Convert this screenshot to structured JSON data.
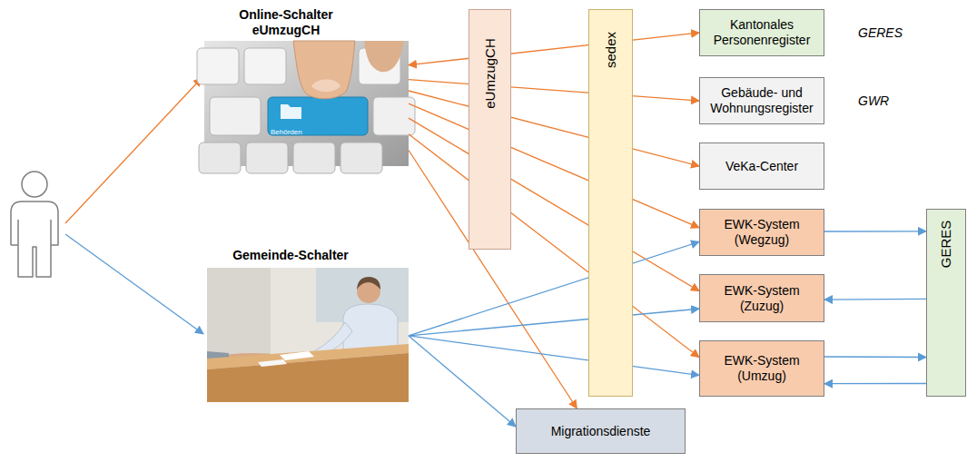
{
  "diagram": {
    "nodes": [
      {
        "text": [
          "Online-Schalter eUmzugCH"
        ]
      },
      {
        "text": [
          "Gemeinde-Schalter"
        ]
      },
      {
        "text": [
          "eUmzugCH"
        ]
      },
      {
        "text": [
          "sedex"
        ]
      },
      {
        "text": [
          "Kantonales Personenregister"
        ]
      },
      {
        "text": [
          "Gebäude- und Wohnungsregister"
        ]
      },
      {
        "text": [
          "VeKa-Center"
        ]
      },
      {
        "text": [
          "EWK-System (Wegzug)"
        ]
      },
      {
        "text": [
          "EWK-System (Zuzug)"
        ]
      },
      {
        "text": [
          "EWK-System (Umzug)"
        ]
      },
      {
        "text": [
          "GERES"
        ]
      },
      {
        "text": [
          "Migrationsdienste"
        ]
      }
    ],
    "edges": [
      {
        "from": 0,
        "to": 4,
        "arrow": "both"
      },
      {
        "from": 0,
        "to": 5,
        "arrow": "to"
      },
      {
        "from": 0,
        "to": 6,
        "arrow": "to"
      },
      {
        "from": 0,
        "to": 7,
        "arrow": "to"
      },
      {
        "from": 0,
        "to": 8,
        "arrow": "to"
      },
      {
        "from": 0,
        "to": 9,
        "arrow": "to"
      },
      {
        "from": 0,
        "to": 11,
        "arrow": "to"
      },
      {
        "from": 1,
        "to": 7,
        "arrow": "to"
      },
      {
        "from": 1,
        "to": 8,
        "arrow": "to"
      },
      {
        "from": 1,
        "to": 9,
        "arrow": "to"
      },
      {
        "from": 1,
        "to": 11,
        "arrow": "to"
      },
      {
        "from": 7,
        "to": 10,
        "arrow": "to"
      },
      {
        "from": 10,
        "to": 8,
        "arrow": "to"
      },
      {
        "from": 9,
        "to": 10,
        "arrow": "to"
      },
      {
        "from": 10,
        "to": 9,
        "arrow": "to"
      }
    ],
    "labels": [
      "GERES",
      "GWR",
      "Behörden"
    ]
  }
}
